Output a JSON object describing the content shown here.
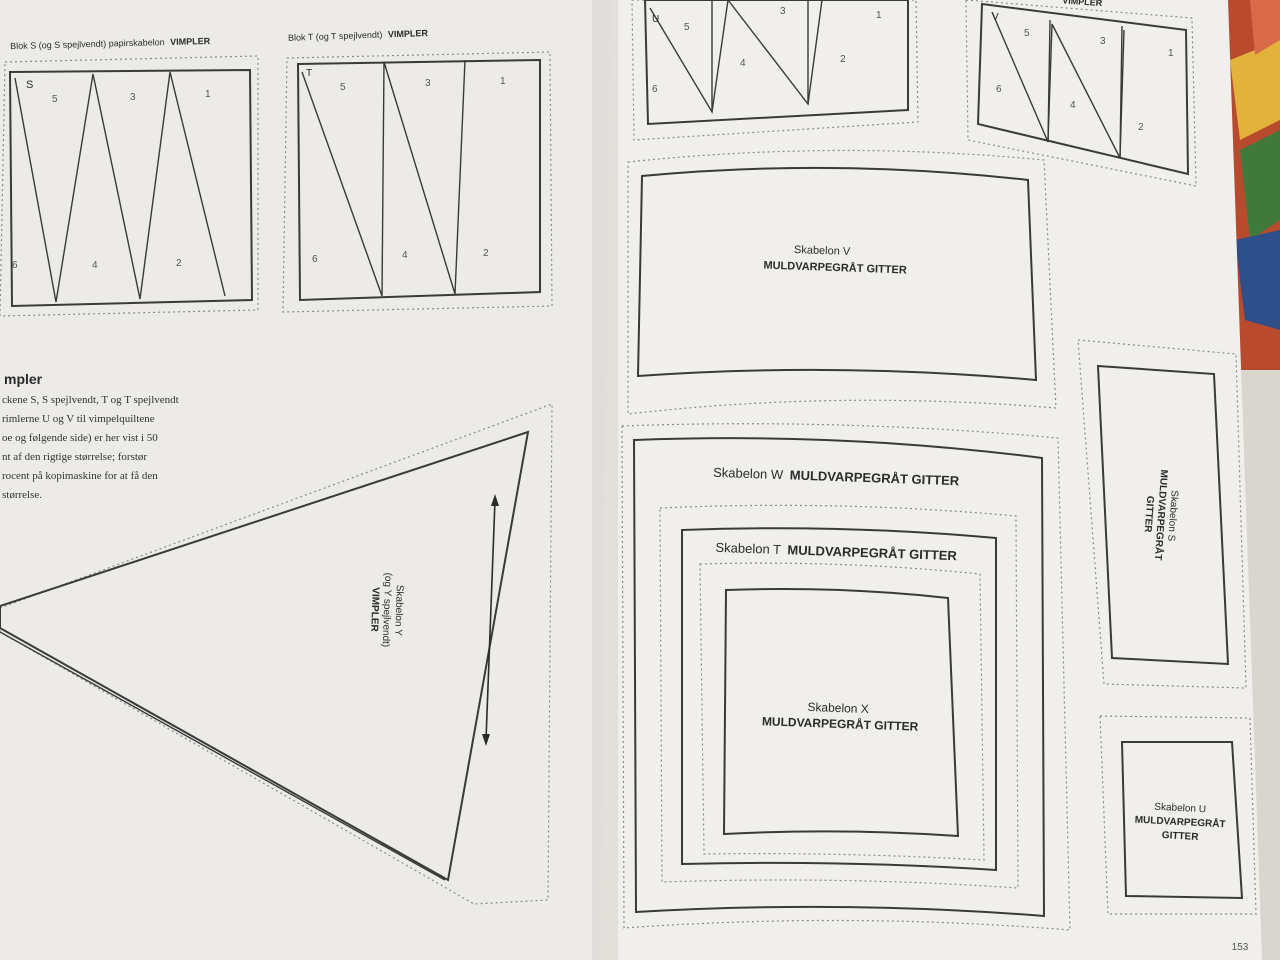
{
  "left_page": {
    "block_s_title_prefix": "Blok S (og S spejlvendt) papirskabelon",
    "block_s_title_bold": "VIMPLER",
    "block_t_title_prefix": "Blok T (og T spejlvendt)",
    "block_t_title_bold": "VIMPLER",
    "block_s_letter": "S",
    "block_t_letter": "T",
    "block_s_numbers": [
      "5",
      "3",
      "1",
      "6",
      "4",
      "2"
    ],
    "block_t_numbers": [
      "5",
      "3",
      "1",
      "6",
      "4",
      "2"
    ],
    "section_heading": "mpler",
    "body_lines": [
      "ckene S, S spejlvendt, T og T spejlvendt",
      "rimlerne U og V til vimpelquiltene",
      "oe og følgende side) er her vist i 50",
      "nt af den rigtige størrelse; forstør",
      "rocent på kopimaskine for at få den",
      "størrelse."
    ],
    "template_y_line1": "Skabelon Y",
    "template_y_line2": "(og Y spejlvendt)",
    "template_y_line3": "VIMPLER"
  },
  "right_page": {
    "top_u_letter": "U",
    "top_u_numbers": [
      "5",
      "3",
      "1",
      "6",
      "4",
      "2"
    ],
    "top_v_letter": "V",
    "top_v_title": "VIMPLER",
    "top_v_numbers": [
      "5",
      "3",
      "1",
      "6",
      "4",
      "2"
    ],
    "template_v_line1": "Skabelon V",
    "template_v_line2": "MULDVARPEGRÅT GITTER",
    "template_w_prefix": "Skabelon W",
    "template_w_bold": "MULDVARPEGRÅT GITTER",
    "template_t_prefix": "Skabelon T",
    "template_t_bold": "MULDVARPEGRÅT GITTER",
    "template_x_line1": "Skabelon X",
    "template_x_line2": "MULDVARPEGRÅT GITTER",
    "template_s_line1": "Skabelon S",
    "template_s_line2": "MULDVARPEGRÅT",
    "template_s_line3": "GITTER",
    "template_u_line1": "Skabelon U",
    "template_u_line2": "MULDVARPEGRÅT",
    "template_u_line3": "GITTER",
    "page_number": "153"
  },
  "colors": {
    "paper": "#ecebe8",
    "paper_right": "#f0efec",
    "ink": "#2b2b2b",
    "backdrop": "#d9d6d0",
    "quilt_accent": "#c94a2a"
  }
}
